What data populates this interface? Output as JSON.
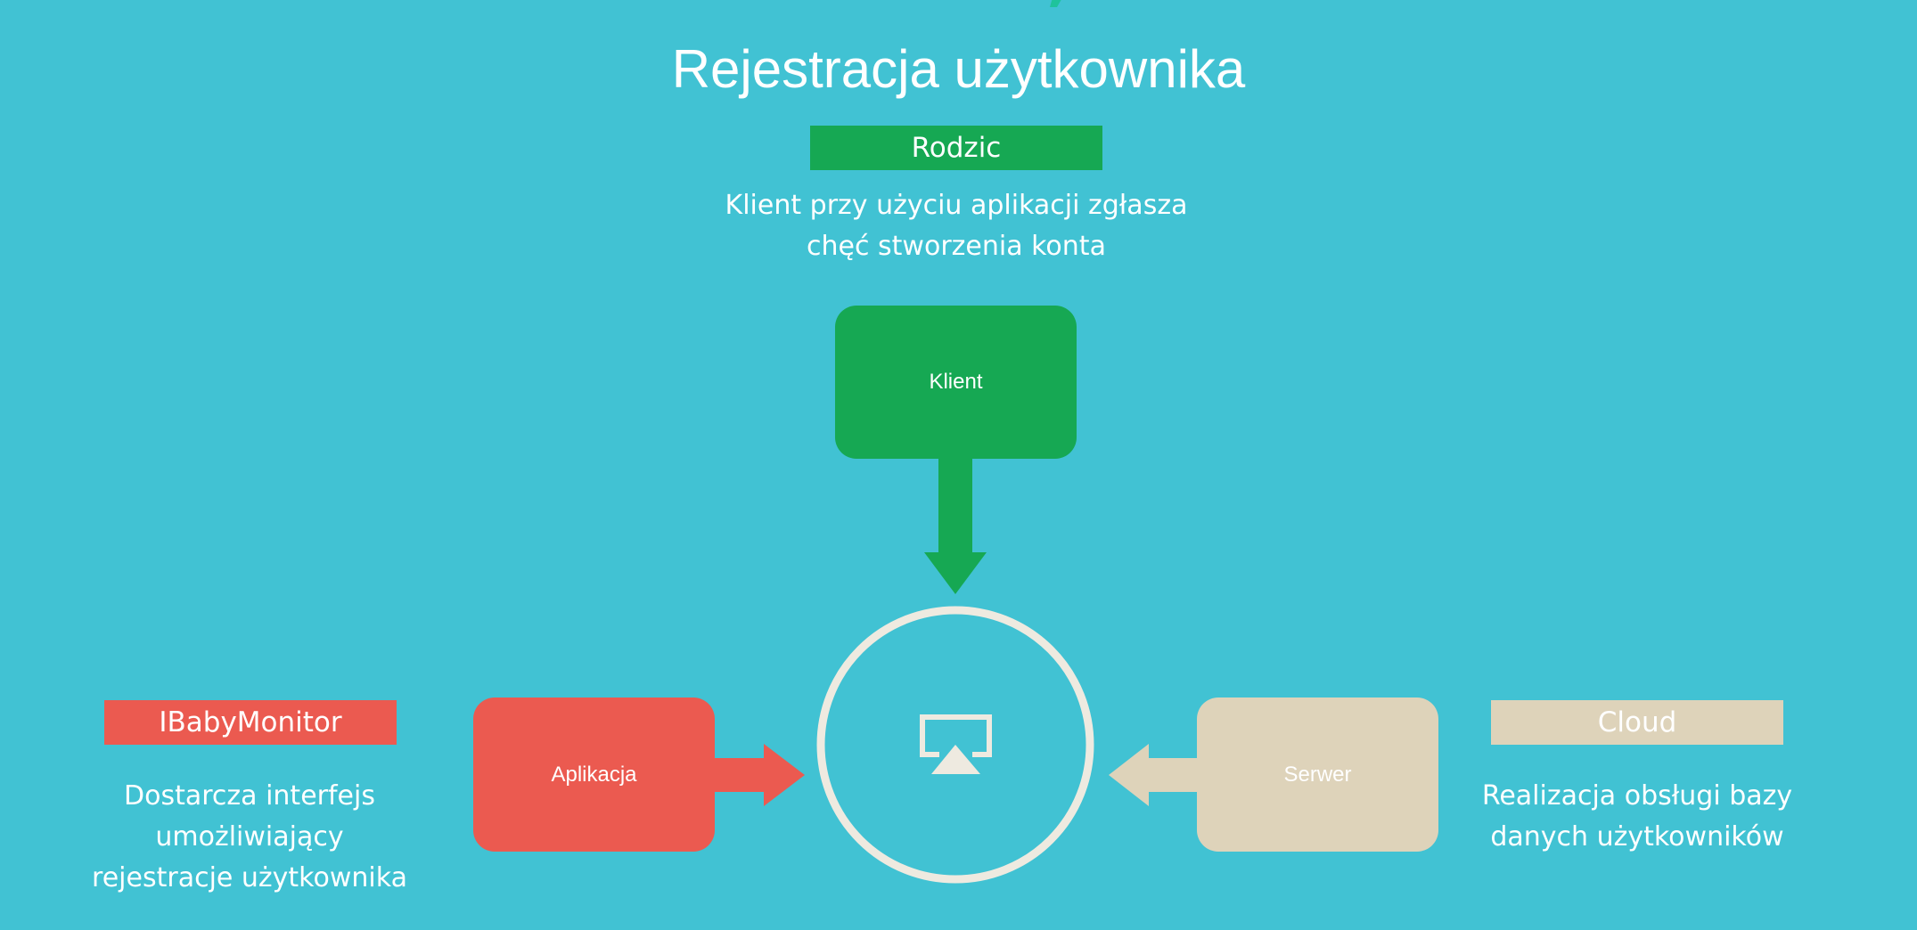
{
  "title": "Rejestracja użytkownika",
  "colors": {
    "background": "#41c2d3",
    "green": "#16a853",
    "red": "#eb5a50",
    "beige": "#ded3ba",
    "circle": "#eeeae0",
    "white": "#ffffff"
  },
  "roles": {
    "parent": {
      "label": "Rodzic",
      "description_line1": "Klient przy użyciu aplikacji zgłasza",
      "description_line2": "chęć stworzenia konta"
    },
    "app": {
      "label": "IBabyMonitor",
      "description_line1": "Dostarcza interfejs",
      "description_line2": "umożliwiający",
      "description_line3": "rejestracje użytkownika"
    },
    "cloud": {
      "label": "Cloud",
      "description_line1": "Realizacja obsługi bazy",
      "description_line2": "danych użytkowników"
    }
  },
  "nodes": {
    "klient": "Klient",
    "aplikacja": "Aplikacja",
    "serwer": "Serwer"
  },
  "center_icon": "airplay-icon"
}
